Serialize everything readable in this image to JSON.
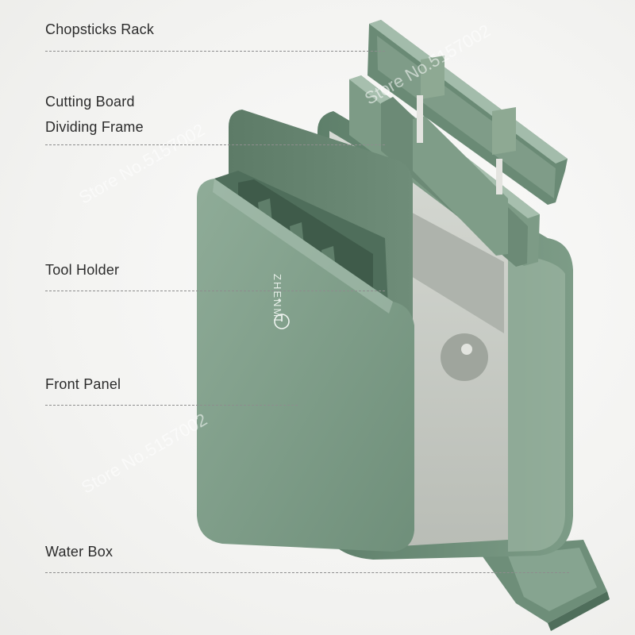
{
  "labels": {
    "chopsticks_rack": "Chopsticks Rack",
    "cutting_board_frame_line1": "Cutting Board",
    "cutting_board_frame_line2": "Dividing Frame",
    "tool_holder": "Tool Holder",
    "front_panel": "Front Panel",
    "water_box": "Water Box"
  },
  "brand": "ZHENMI",
  "watermark": "Store No.5157002",
  "colors": {
    "body_green": "#6f8f7a",
    "panel_green": "#7c9a85",
    "dark_green": "#4f6e5b",
    "inner_grey": "#c9ccc6",
    "label_text": "#2b2b2b",
    "leader_line": "#8d8d8d"
  },
  "icons": [
    "power-icon"
  ]
}
